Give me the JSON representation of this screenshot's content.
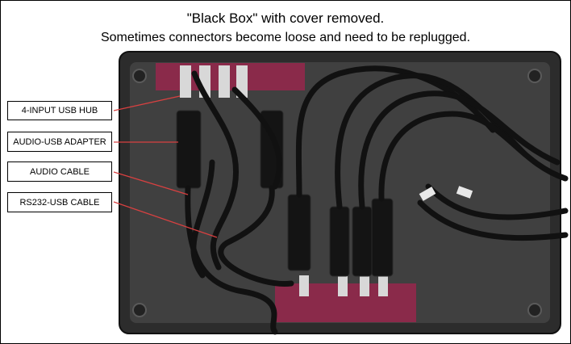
{
  "caption": {
    "title": "\"Black Box\" with cover removed.",
    "subtitle": "Sometimes connectors become loose and need to be replugged."
  },
  "callouts": [
    {
      "text": "4-INPUT USB HUB"
    },
    {
      "text": "AUDIO-USB ADAPTER"
    },
    {
      "text": "AUDIO CABLE"
    },
    {
      "text": "RS232-USB CABLE"
    }
  ],
  "colors": {
    "enclosure": "#2a2a2a",
    "enclosure_floor": "#3c3c3c",
    "board": "#8a2a4a",
    "cable": "#111111",
    "leader_line": "#d84040"
  }
}
